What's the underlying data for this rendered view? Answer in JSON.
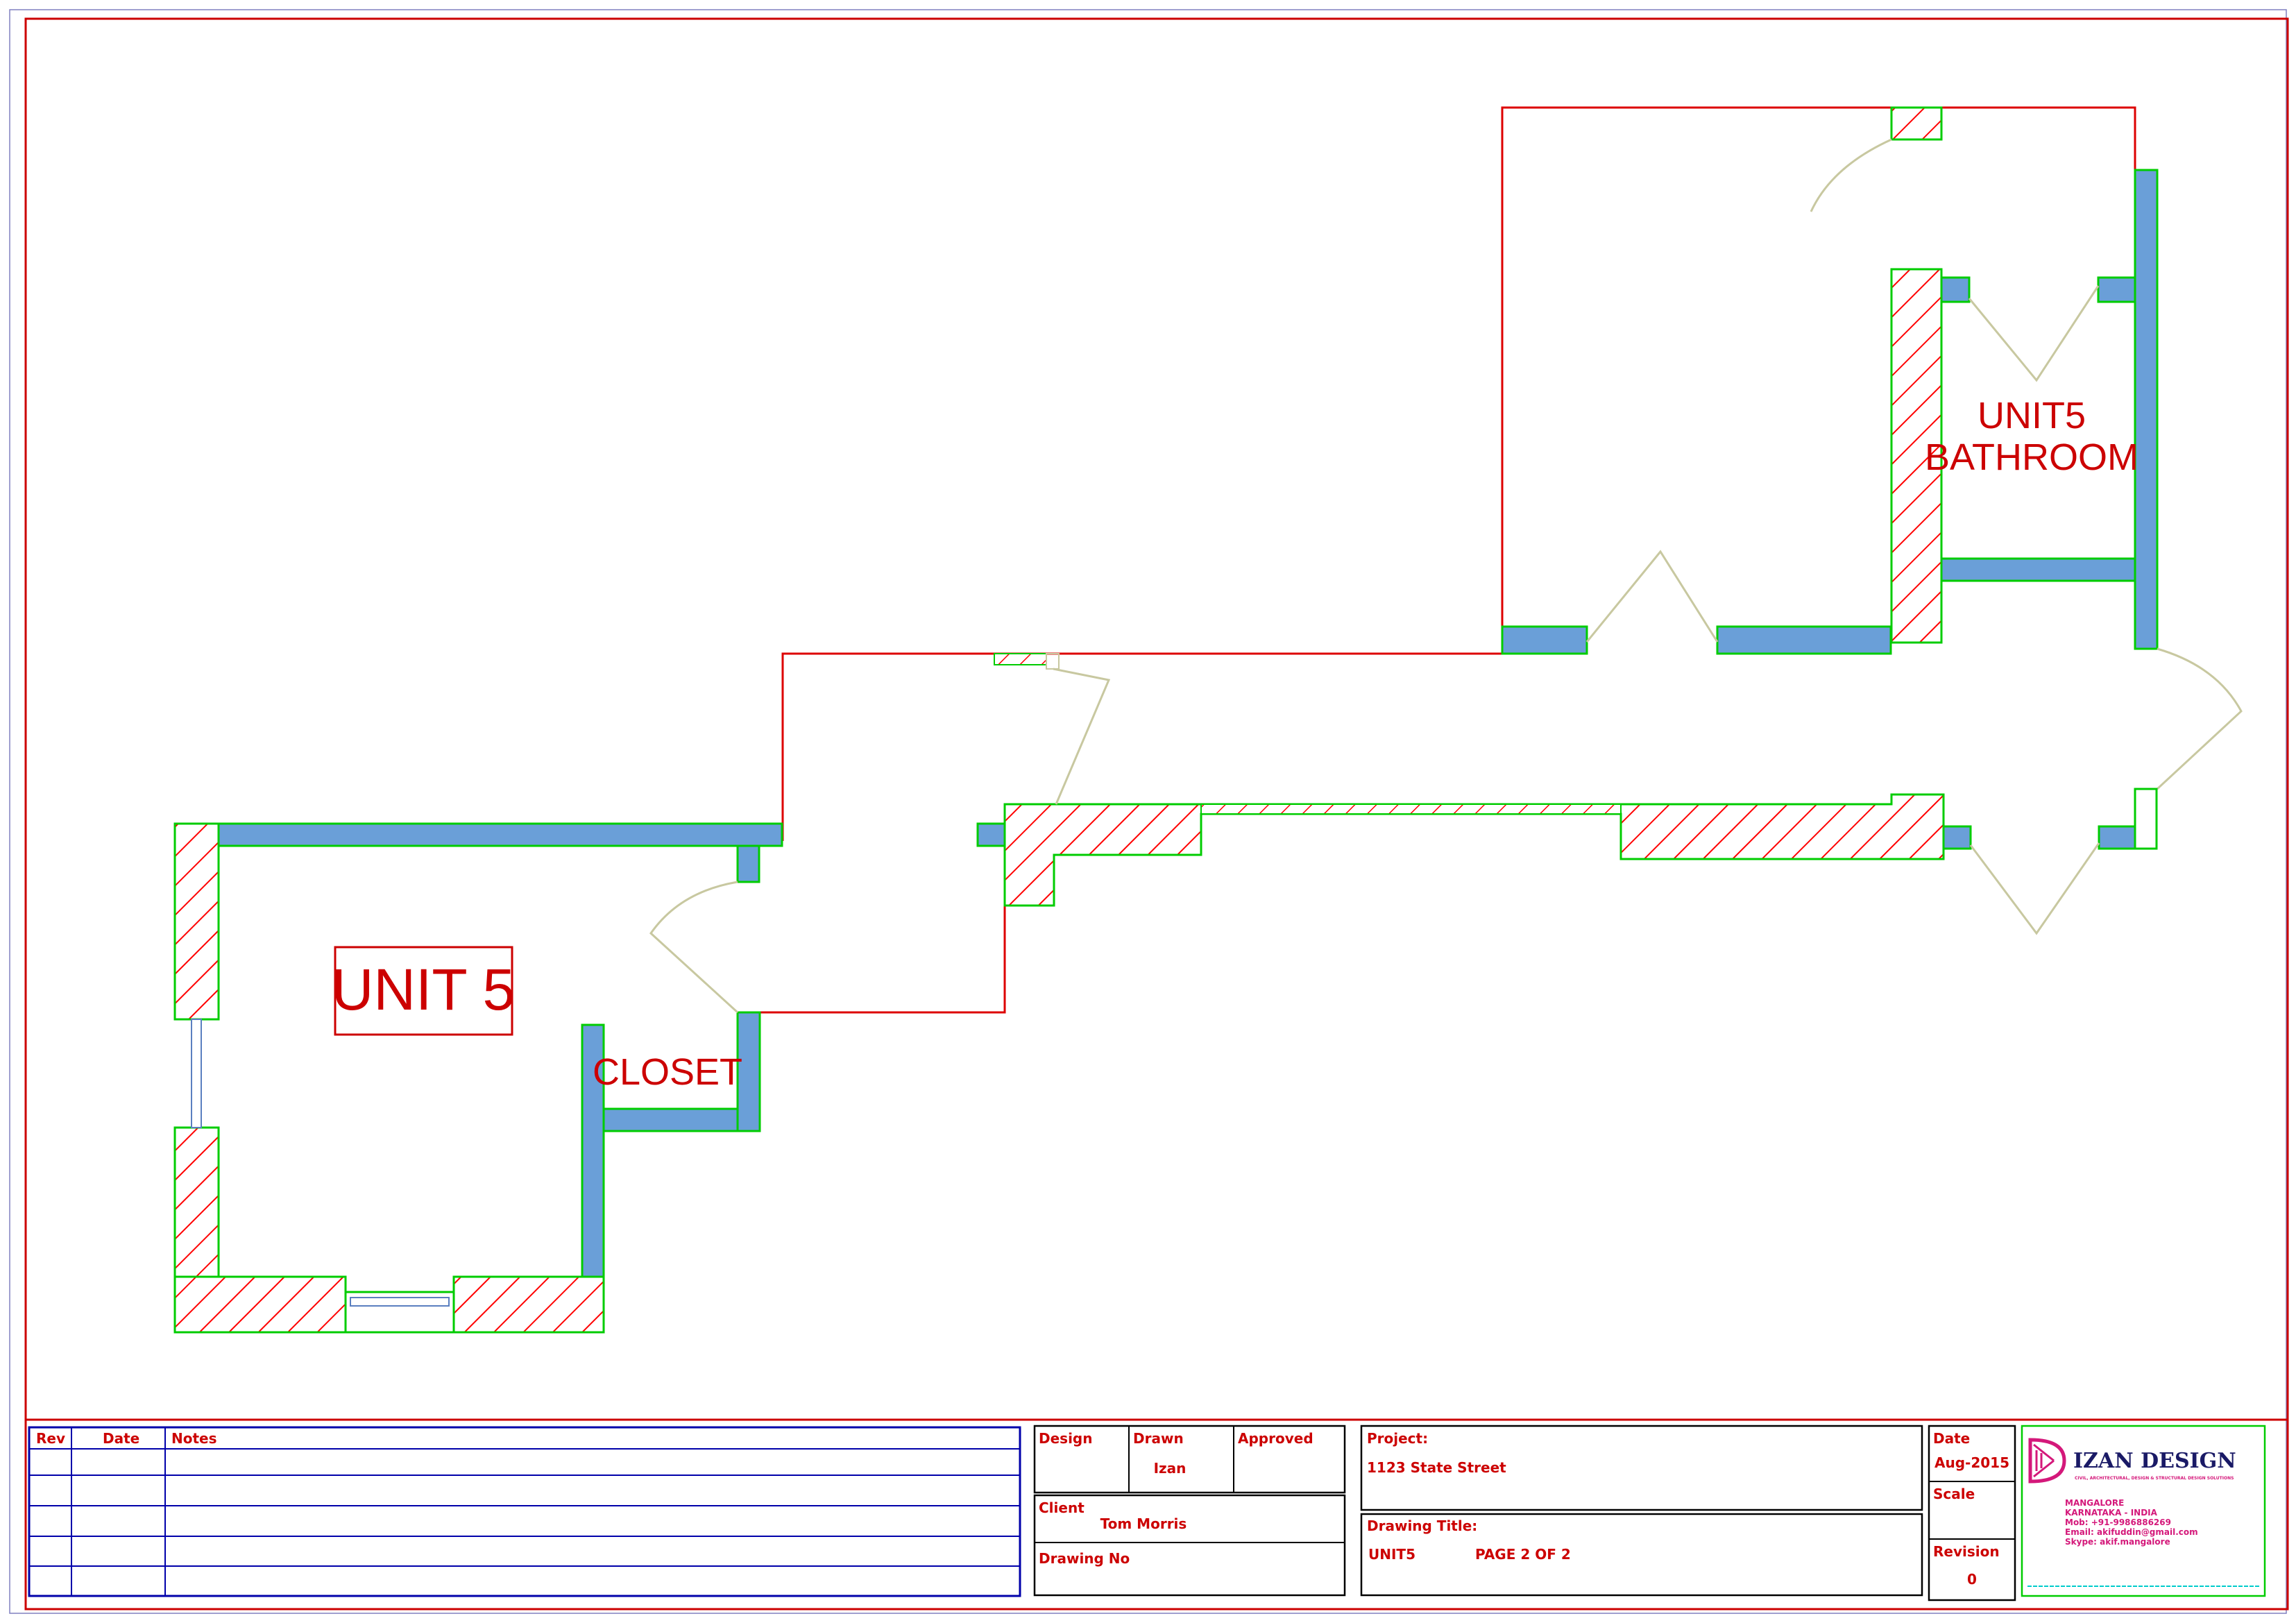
{
  "plan": {
    "unit_label": "UNIT 5",
    "closet_label": "CLOSET",
    "bathroom_label_line1": "UNIT5",
    "bathroom_label_line2": "BATHROOM"
  },
  "revision_table": {
    "headers": {
      "rev": "Rev",
      "date": "Date",
      "notes": "Notes"
    },
    "rows": [
      {
        "rev": "",
        "date": "",
        "notes": ""
      },
      {
        "rev": "",
        "date": "",
        "notes": ""
      },
      {
        "rev": "",
        "date": "",
        "notes": ""
      },
      {
        "rev": "",
        "date": "",
        "notes": ""
      },
      {
        "rev": "",
        "date": "",
        "notes": ""
      }
    ]
  },
  "title_block": {
    "design_label": "Design",
    "drawn_label": "Drawn",
    "drawn_value": "Izan",
    "approved_label": "Approved",
    "client_label": "Client",
    "client_value": "Tom Morris",
    "drawing_no_label": "Drawing No",
    "project_label": "Project:",
    "project_value": "1123 State Street",
    "drawing_title_label": "Drawing Title:",
    "drawing_title_value": "UNIT5",
    "page_value": "PAGE 2 OF 2",
    "date_label": "Date",
    "date_value": "Aug-2015",
    "scale_label": "Scale",
    "revision_label": "Revision",
    "revision_value": "0"
  },
  "company": {
    "name": "IZAN DESIGN",
    "tagline": "CIVIL, ARCHITECTURAL, DESIGN & STRUCTURAL DESIGN SOLUTIONS",
    "city": "MANGALORE",
    "state": "KARNATAKA - INDIA",
    "mobile": "Mob: +91-9986886269",
    "email": "Email: akifuddin@gmail.com",
    "skype": "Skype: akif.mangalore"
  },
  "colors": {
    "border": "#cc0000",
    "hatch": "#ff0000",
    "outline": "#00cc00",
    "partition": "#6a9fd8",
    "table_blue": "#0000aa",
    "text_red": "#cc0000",
    "door": "#c8c8a0",
    "logo_pink": "#d4187a"
  }
}
